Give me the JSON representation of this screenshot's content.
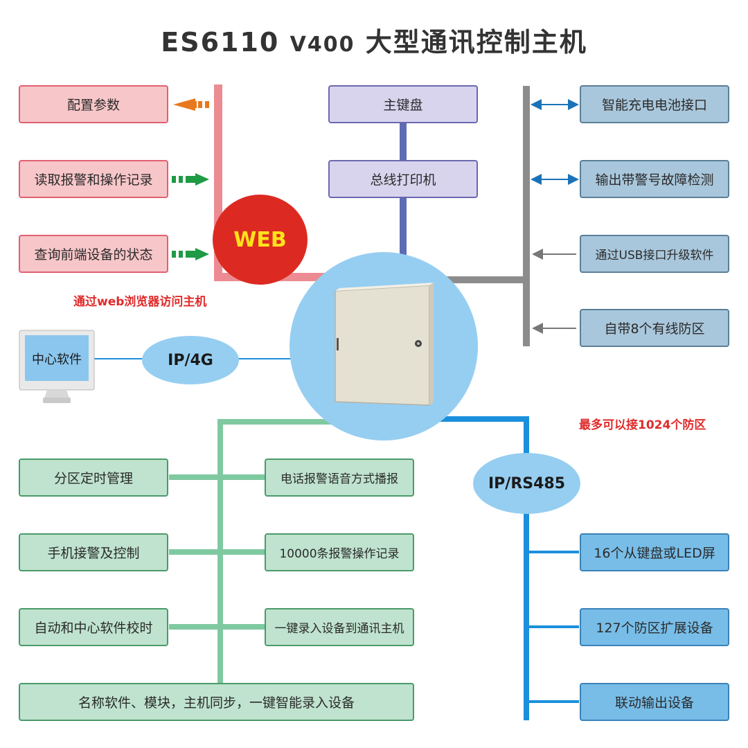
{
  "title": {
    "main": "ES6110",
    "version": "V400",
    "suffix": "大型通讯控制主机"
  },
  "web": {
    "label": "WEB",
    "note": "通过web浏览器访问主机"
  },
  "web_items": [
    "配置参数",
    "读取报警和操作记录",
    "查询前端设备的状态"
  ],
  "center_items": [
    "主键盘",
    "总线打印机"
  ],
  "right_items": [
    "智能充电电池接口",
    "输出带警号故障检测",
    "通过USB接口升级软件",
    "自带8个有线防区"
  ],
  "center_software": {
    "label": "中心软件",
    "link": "IP/4G"
  },
  "rs485": {
    "label": "IP/RS485",
    "note": "最多可以接1024个防区"
  },
  "rs485_items": [
    "16个从键盘或LED屏",
    "127个防区扩展设备",
    "联动输出设备"
  ],
  "feature_left": [
    "分区定时管理",
    "手机接警及控制",
    "自动和中心软件校时"
  ],
  "feature_right": [
    "电话报警语音方式播报",
    "10000条报警操作记录",
    "一键录入设备到通讯主机"
  ],
  "feature_bottom": "名称软件、模块，主机同步，一键智能录入设备",
  "colors": {
    "web_line": "#ec8b92",
    "keyboard_line": "#5e6cb4",
    "right_line": "#8c8c8c",
    "green_line": "#7fc9a0",
    "blue_line": "#1a90dc",
    "orange_arrow": "#e8781e",
    "green_arrow": "#1f9a45"
  }
}
